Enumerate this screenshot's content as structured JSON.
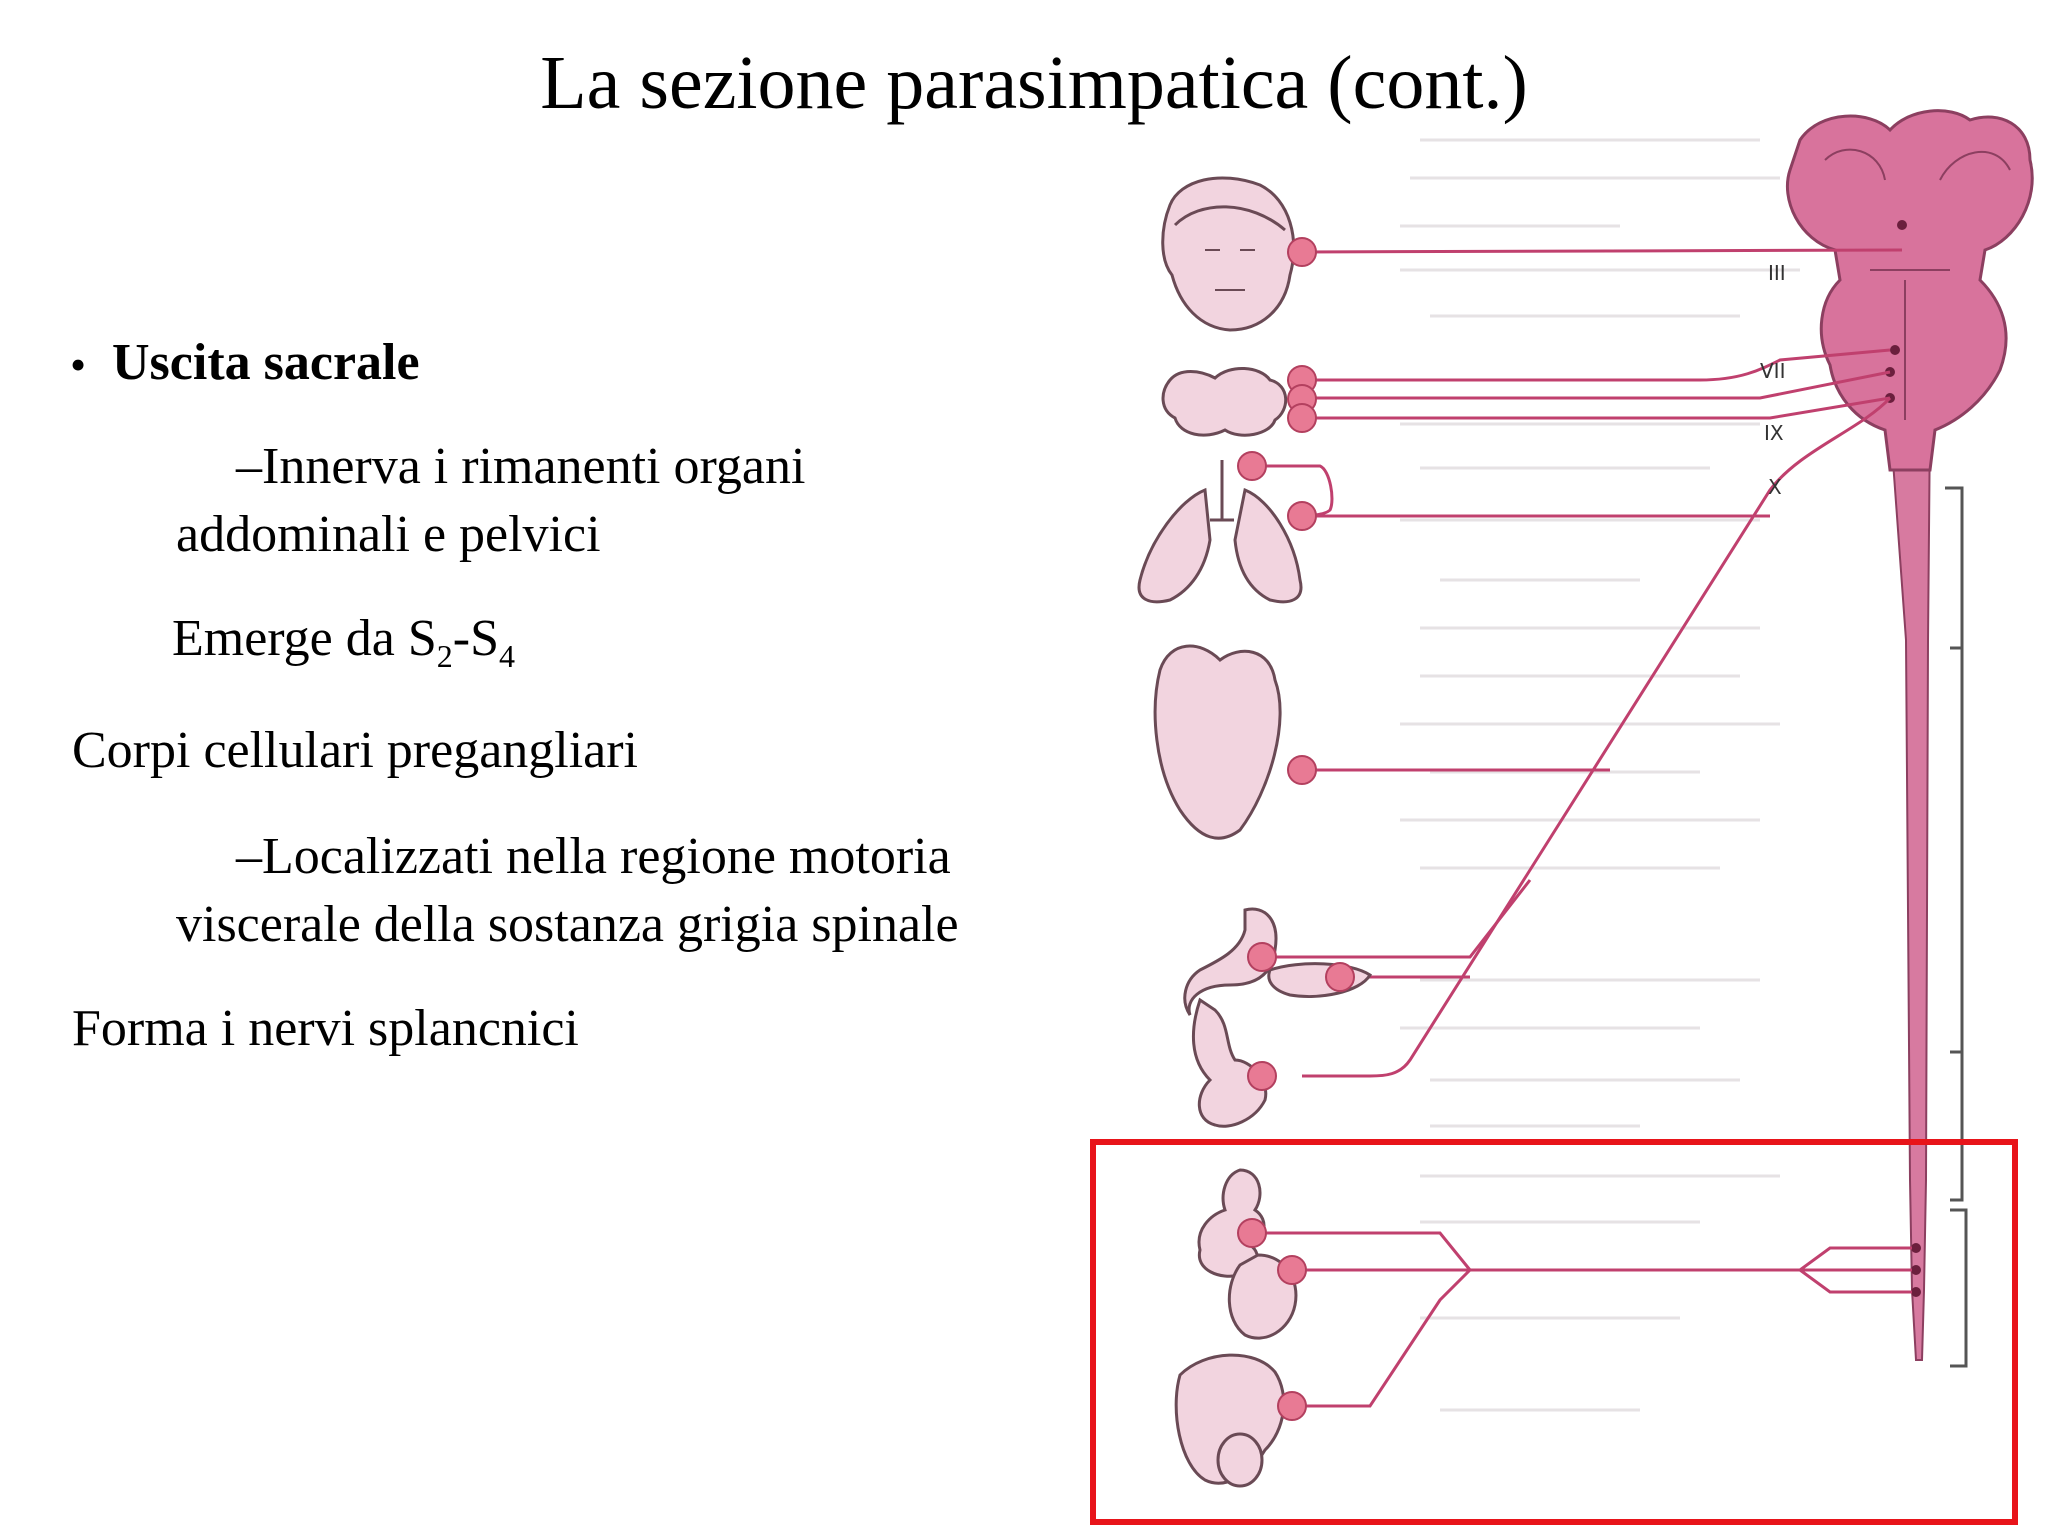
{
  "slide": {
    "title": "La sezione parasimpatica (cont.)"
  },
  "content": {
    "bullet_heading": "Uscita sacrale",
    "item1_line1": "–Innerva i rimanenti organi",
    "item1_line2": "addominali e pelvici",
    "emerge_prefix": "Emerge da S",
    "emerge_sub1": "2",
    "emerge_mid": "-S",
    "emerge_sub2": "4",
    "corpi": "Corpi cellulari pregangliari",
    "item2_line1": "–Localizzati nella regione motoria",
    "item2_line2": "viscerale della sostanza grigia spinale",
    "forma": "Forma i nervi splancnici"
  },
  "diagram": {
    "nerve_labels": [
      "III",
      "VII",
      "IX",
      "X"
    ],
    "colors": {
      "nerve_pink": "#c0406e",
      "organ_fill": "#f2d4df",
      "organ_stroke": "#6a4a55",
      "cord_fill": "#d77aa0",
      "brainstem_fill": "#d8739c",
      "ganglion_fill": "#e87a94",
      "highlight_box": "#e8141a"
    }
  }
}
